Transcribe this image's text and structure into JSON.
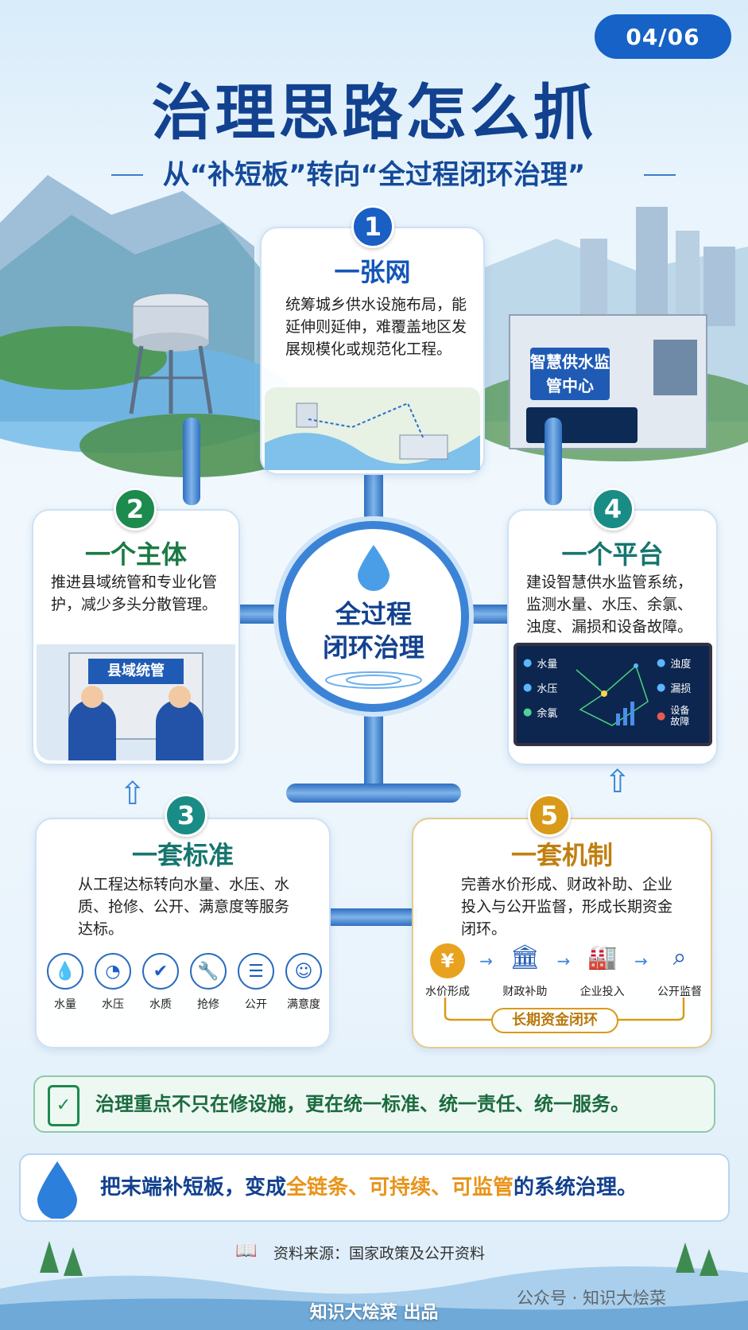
{
  "badge": "04/06",
  "title": "治理思路怎么抓",
  "subtitle": "从“补短板”转向“全过程闭环治理”",
  "center": {
    "line1": "全过程",
    "line2": "闭环治理"
  },
  "cards": {
    "c1": {
      "num": "1",
      "title": "一张网",
      "desc": "统筹城乡供水设施布局，能延伸则延伸，难覆盖地区发展规模化或规范化工程。"
    },
    "c2": {
      "num": "2",
      "title": "一个主体",
      "desc": "推进县域统管和专业化管护，减少多头分散管理。",
      "sign": "县域统管"
    },
    "c3": {
      "num": "3",
      "title": "一套标准",
      "desc": "从工程达标转向水量、水压、水质、抢修、公开、满意度等服务达标。",
      "icons": [
        "水量",
        "水压",
        "水质",
        "抢修",
        "公开",
        "满意度"
      ]
    },
    "c4": {
      "num": "4",
      "title": "一个平台",
      "desc": "建设智慧供水监管系统，监测水量、水压、余氯、浊度、漏损和设备故障。",
      "left": [
        "水量",
        "水压",
        "余氯"
      ],
      "right": [
        "浊度",
        "漏损",
        "设备故障"
      ]
    },
    "c5": {
      "num": "5",
      "title": "一套机制",
      "desc": "完善水价形成、财政补助、企业投入与公开监督，形成长期资金闭环。",
      "steps": [
        "水价形成",
        "财政补助",
        "企业投入",
        "公开监督"
      ],
      "loop": "长期资金闭环"
    }
  },
  "building_sign": "智慧供水监管中心",
  "banner1": "治理重点不只在修设施，更在统一标准、统一责任、统一服务。",
  "banner2": {
    "pre": "把末端补短板，变成",
    "hl": "全链条、可持续、可监管",
    "post": "的系统治理。"
  },
  "source": "资料来源：国家政策及公开资料",
  "footer": "知识大烩菜 出品",
  "watermark": "公众号 · 知识大烩菜",
  "colors": {
    "blue": "#1662c6",
    "green": "#1d8a4e",
    "teal": "#1a8c86",
    "gold": "#d99a1a",
    "navy": "#12418f"
  }
}
